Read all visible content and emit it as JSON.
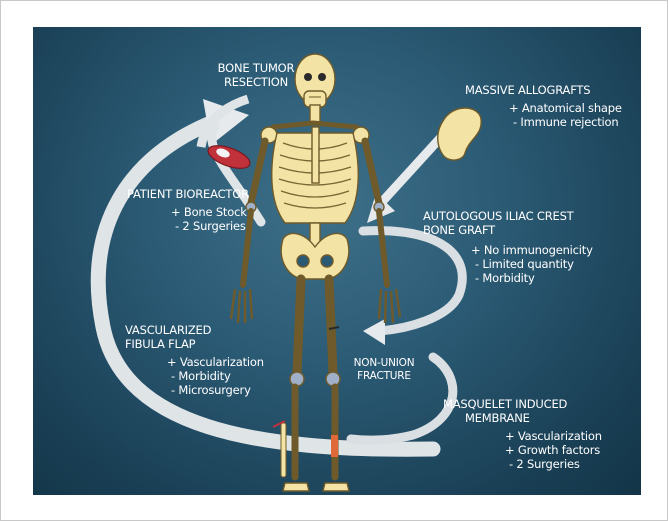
{
  "labels": {
    "bone_tumor_line1": "BONE TUMOR",
    "bone_tumor_line2": "RESECTION",
    "allografts_title": "MASSIVE ALLOGRAFTS",
    "allografts_pro": "+ Anatomical shape",
    "allografts_con": "- Immune rejection",
    "bioreactor_title": "PATIENT BIOREACTOR",
    "bioreactor_pro": "+ Bone Stock",
    "bioreactor_con": "- 2 Surgeries",
    "iliac_line1": "AUTOLOGOUS ILIAC CREST",
    "iliac_line2": "BONE GRAFT",
    "iliac_pro": "+ No immunogenicity",
    "iliac_con1": "- Limited quantity",
    "iliac_con2": "- Morbidity",
    "fibula_line1": "VASCULARIZED",
    "fibula_line2": "FIBULA FLAP",
    "fibula_pro": "+ Vascularization",
    "fibula_con1": "- Morbidity",
    "fibula_con2": "- Microsurgery",
    "nonunion_line1": "NON-UNION",
    "nonunion_line2": "FRACTURE",
    "masquelet_line1": "MASQUELET INDUCED",
    "masquelet_line2": "MEMBRANE",
    "masquelet_pro1": "+ Vascularization",
    "masquelet_pro2": "+ Growth factors",
    "masquelet_con": "- 2 Surgeries"
  },
  "colors": {
    "bone": "#f3e3a4",
    "bone_outline": "#6e5a2a",
    "arrow": "#e2e6e8",
    "joint": "#9fb0c8",
    "defect": "#e0693a",
    "muscle": "#c0313a"
  },
  "icons": {
    "skeleton": "skeleton-illustration",
    "pelvis": "iliac-bone-icon",
    "muscle": "muscle-tissue-icon",
    "fibula": "fibula-graft-icon"
  }
}
